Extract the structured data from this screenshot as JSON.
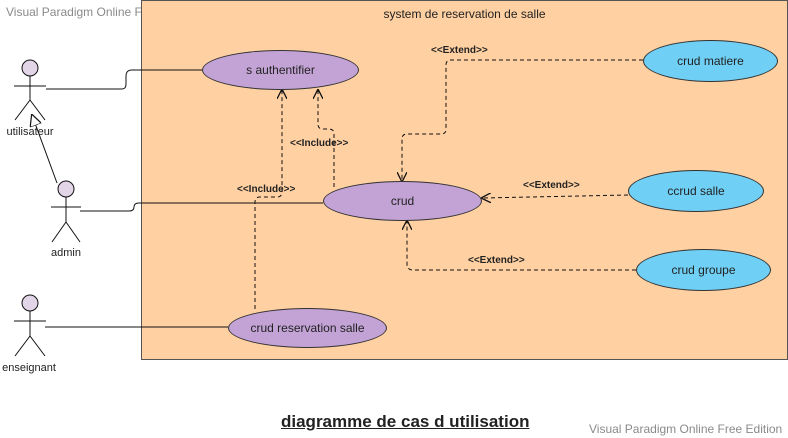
{
  "watermark_top": "Visual Paradigm Online Free Edition",
  "watermark_bottom": "Visual Paradigm Online Free Edition",
  "system": {
    "title": "system de reservation de salle"
  },
  "actors": {
    "utilisateur": "utilisateur",
    "admin": "admin",
    "enseignant": "enseignant"
  },
  "use_cases": {
    "authentifier": "s authentifier",
    "crud": "crud",
    "crud_reservation_salle": "crud reservation salle",
    "crud_matiere": "crud matiere",
    "ccrud_salle": "ccrud salle",
    "crud_groupe": "crud groupe"
  },
  "stereotypes": {
    "extend_matiere": "<<Extend>>",
    "extend_salle": "<<Extend>>",
    "extend_groupe": "<<Extend>>",
    "include_crud": "<<Include>>",
    "include_reservation": "<<Include>>"
  },
  "caption": "diagramme de cas d utilisation",
  "colors": {
    "system_fill": "#ffd0a2",
    "usecase_purple": "#c3a3d5",
    "usecase_blue": "#6fcff5",
    "actor_fill": "#e1d5e7"
  }
}
